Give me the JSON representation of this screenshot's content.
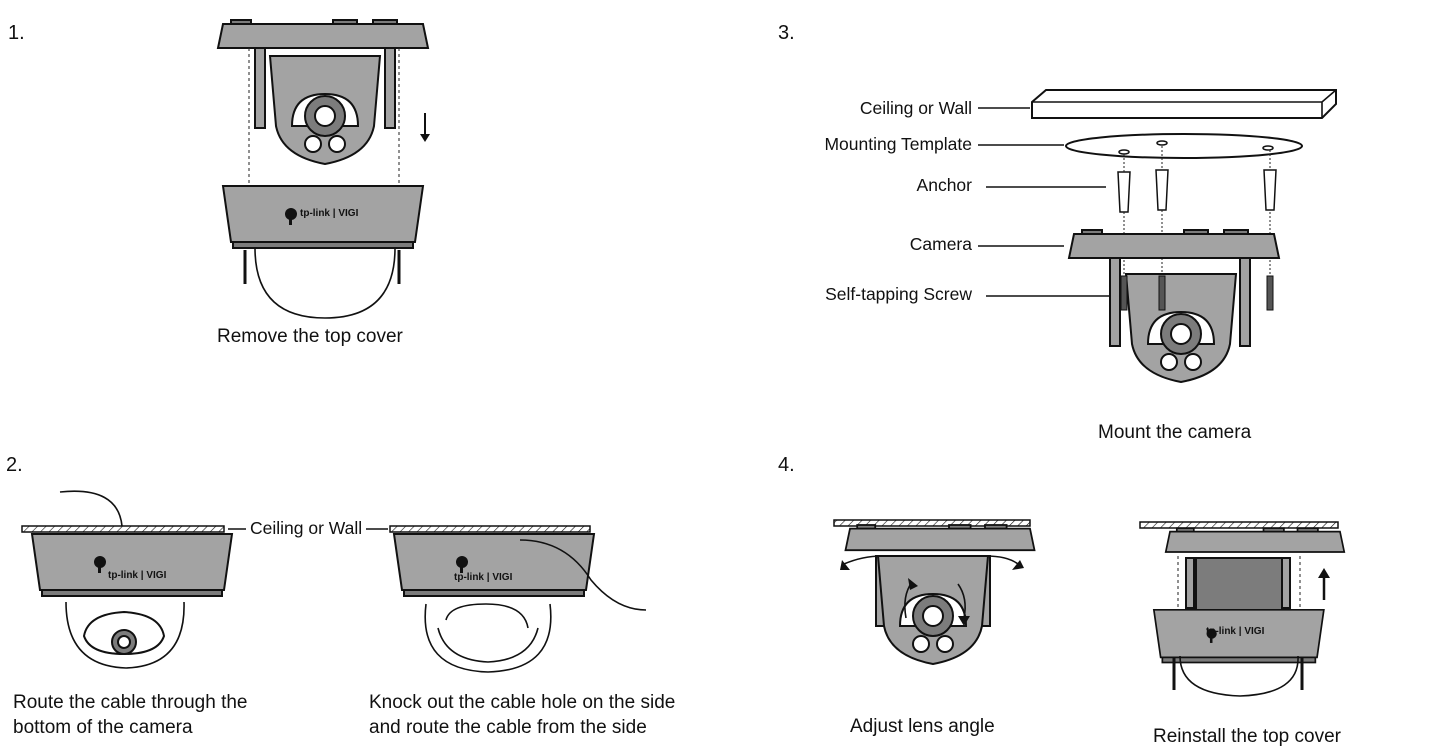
{
  "steps": [
    {
      "number": "1.",
      "caption": "Remove the top cover"
    },
    {
      "number": "2.",
      "captions": [
        "Route the cable through the\nbottom of the camera",
        "Knock out the cable hole on the side\nand route the cable from the side"
      ],
      "label": "Ceiling or Wall"
    },
    {
      "number": "3.",
      "caption": "Mount the camera",
      "labels": [
        "Ceiling or Wall",
        "Mounting Template",
        "Anchor",
        "Camera",
        "Self-tapping Screw"
      ]
    },
    {
      "number": "4.",
      "captions": [
        "Adjust lens angle",
        "Reinstall the top cover"
      ]
    }
  ],
  "brand": "tp-link | VIGI"
}
